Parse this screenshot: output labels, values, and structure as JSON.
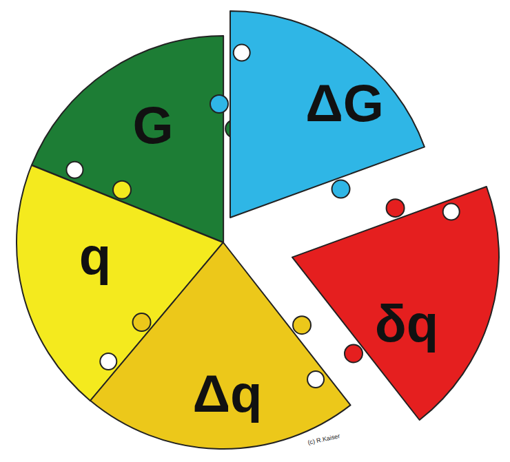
{
  "diagram": {
    "nodes": [
      {
        "text": [
          "G"
        ]
      },
      {
        "text": [
          "ΔG"
        ]
      },
      {
        "text": [
          "q"
        ]
      },
      {
        "text": [
          "δq"
        ]
      },
      {
        "text": [
          "Δq"
        ]
      }
    ],
    "labels": [
      "(c) R.Kaiser"
    ]
  }
}
